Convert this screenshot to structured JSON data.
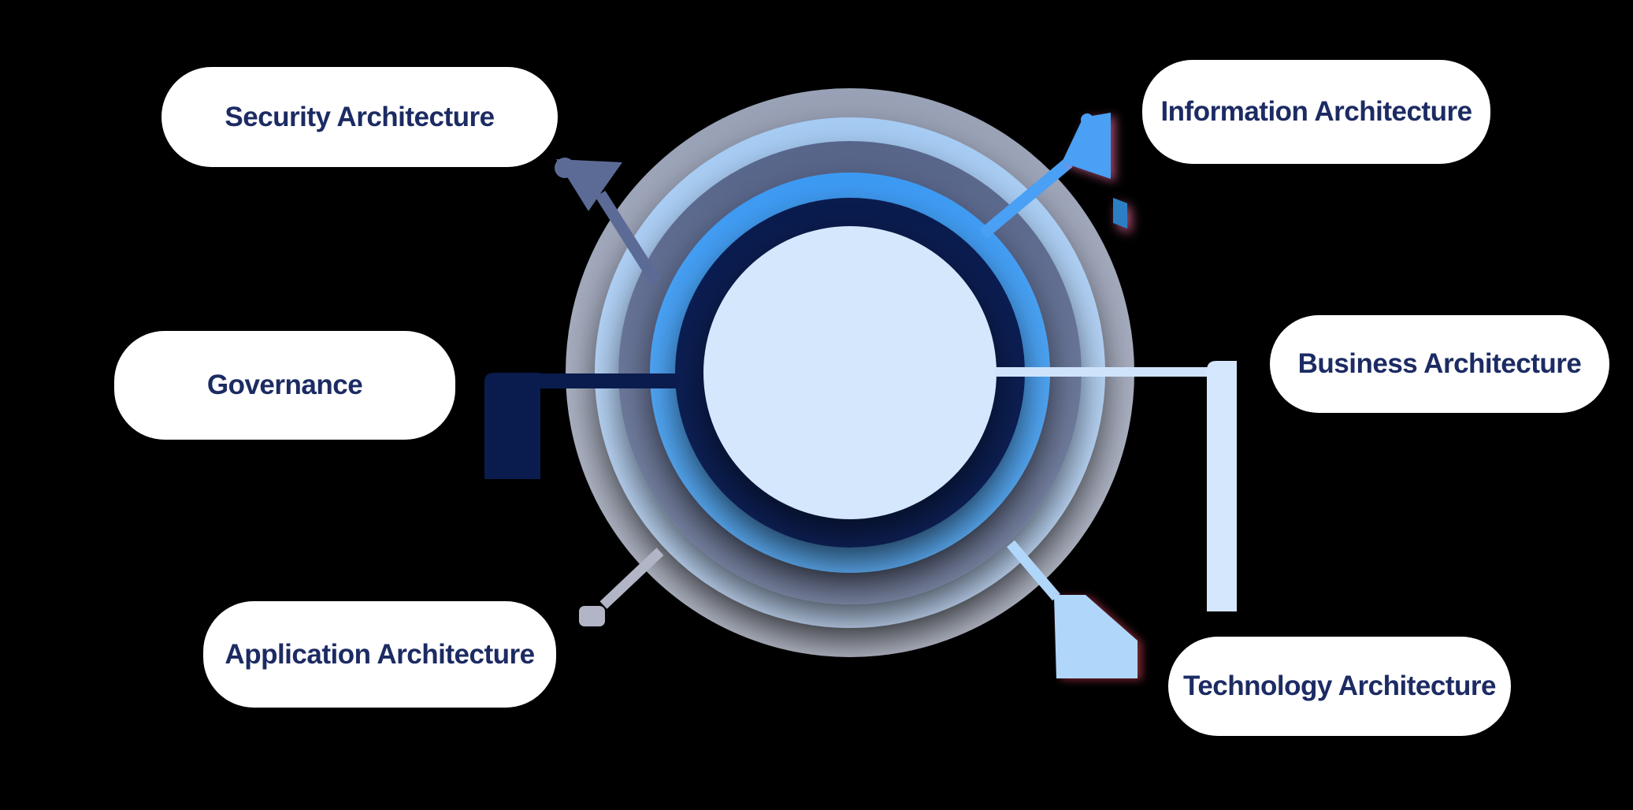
{
  "canvas": {
    "background": "#000000"
  },
  "pill_style": {
    "background": "#ffffff",
    "text_color": "#1c2b63"
  },
  "labels": {
    "security": "Security Architecture",
    "information": "Information Architecture",
    "governance": "Governance",
    "business": "Business Architecture",
    "application": "Application Architecture",
    "technology": "Technology Architecture"
  },
  "rings": [
    {
      "layer": "application-outer-ring",
      "color_top": "#99a1b6",
      "color_bottom": "#b8bdcb"
    },
    {
      "layer": "technology-ring",
      "color_top": "#a6ccf4",
      "color_bottom": "#c6dcf9"
    },
    {
      "layer": "security-ring",
      "color_top": "#57658a",
      "color_bottom": "#7e89a8"
    },
    {
      "layer": "information-ring",
      "color_top": "#3d9af3",
      "color_bottom": "#5fb0f7"
    },
    {
      "layer": "governance-ring",
      "color_top": "#0a1c4e",
      "color_bottom": "#0e2157"
    },
    {
      "layer": "business-center",
      "color_top": "#d5e7fc",
      "color_bottom": "#d5e7fc"
    }
  ],
  "connectors": {
    "security": {
      "color": "#5c6b96"
    },
    "information": {
      "color": "#49a0f5",
      "fold_color": "#2c7fc4",
      "shadow": "#ec689c"
    },
    "governance": {
      "color": "#0a1c4e"
    },
    "business": {
      "color": "#cfe4fb",
      "bar_color": "#d4e7fc"
    },
    "application": {
      "color": "#b1b5c6"
    },
    "technology": {
      "color": "#b0d7fa",
      "shadow": "#cb3c52"
    }
  }
}
